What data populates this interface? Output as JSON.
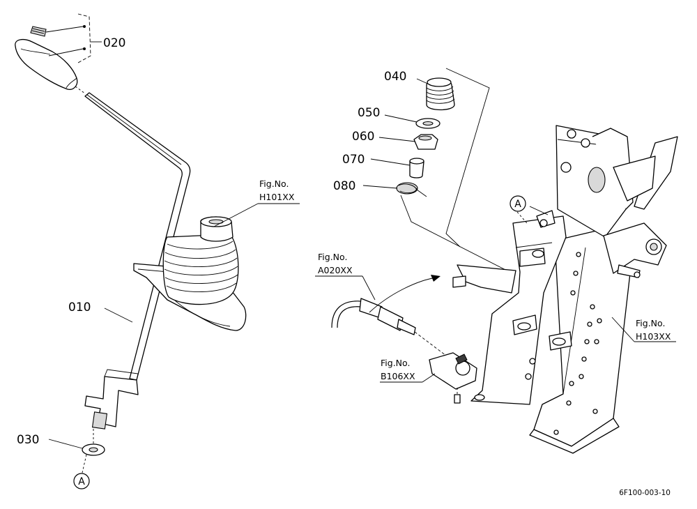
{
  "diagram": {
    "part_labels": {
      "p020": "020",
      "p010": "010",
      "p030": "030",
      "p040": "040",
      "p050": "050",
      "p060": "060",
      "p070": "070",
      "p080": "080"
    },
    "ref_marks": {
      "left": "A",
      "right": "A"
    },
    "fig_refs": {
      "h101": {
        "line1": "Fig.No.",
        "line2": "H101XX"
      },
      "a020": {
        "line1": "Fig.No.",
        "line2": "A020XX"
      },
      "b106": {
        "line1": "Fig.No.",
        "line2": "B106XX"
      },
      "h103": {
        "line1": "Fig.No.",
        "line2": "H103XX"
      }
    },
    "drawing_code": "6F100-003-10"
  }
}
